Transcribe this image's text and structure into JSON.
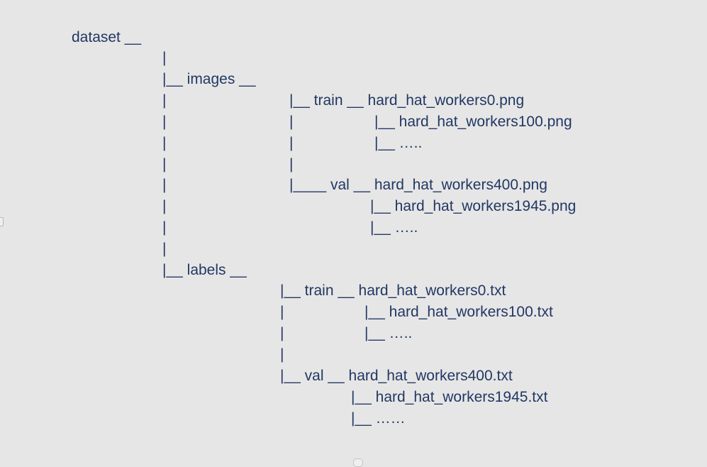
{
  "tree": {
    "root": "dataset __",
    "images": {
      "branch": "|",
      "node": "|__ images __",
      "left_pipe": "|",
      "pipe": "|",
      "train": {
        "node": "|__ train __ hard_hat_workers0.png",
        "items": [
          "|__ hard_hat_workers100.png",
          "|__ ….."
        ]
      },
      "val": {
        "node": "|____ val __ hard_hat_workers400.png",
        "items": [
          "|__ hard_hat_workers1945.png",
          "|__ ….."
        ]
      }
    },
    "labels": {
      "node": "|__ labels __",
      "pipe": "|",
      "train": {
        "node": "|__ train __ hard_hat_workers0.txt",
        "items": [
          "|__ hard_hat_workers100.txt",
          "|__ ….."
        ]
      },
      "val": {
        "node": "|__ val __ hard_hat_workers400.txt",
        "items": [
          "|__ hard_hat_workers1945.txt",
          "|__ ……"
        ]
      }
    }
  }
}
